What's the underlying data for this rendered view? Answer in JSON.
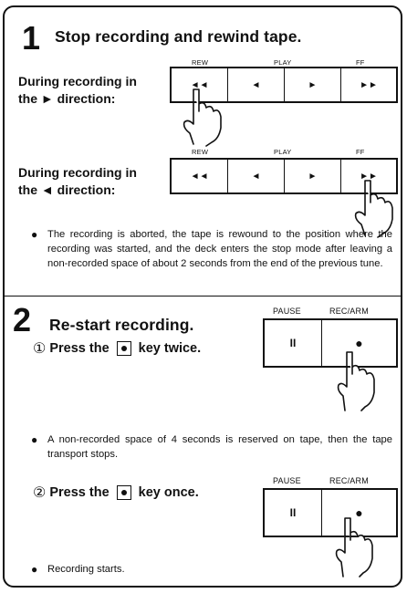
{
  "step1": {
    "number": "1",
    "title": "Stop recording and rewind tape.",
    "forward_case": "During recording in the ► direction:",
    "reverse_case": "During recording in the ◄ direction:",
    "deck_labels": {
      "rew": "REW",
      "play": "PLAY",
      "ff": "FF"
    },
    "deck_icons": {
      "rew": "◄◄",
      "rev_play": "◄",
      "fwd_play": "►",
      "ff": "►►"
    },
    "note": "The recording is aborted, the tape is rewound to the position where the recording was started, and the deck enters the stop mode after leaving a non-recorded space of about 2 seconds from the end of the previous tune."
  },
  "step2": {
    "number": "2",
    "title": "Re-start recording.",
    "sub1_num": "①",
    "sub1_pre": "Press the",
    "sub1_post": "key twice.",
    "note1": "A non-recorded space of 4 seconds is reserved on tape, then the tape transport stops.",
    "sub2_num": "②",
    "sub2_pre": "Press the",
    "sub2_post": "key once.",
    "note2": "Recording starts.",
    "panel_labels": {
      "pause": "PAUSE",
      "rec": "REC/ARM"
    },
    "panel_icons": {
      "pause": "II",
      "rec": "●"
    }
  },
  "bullet_char": "●"
}
